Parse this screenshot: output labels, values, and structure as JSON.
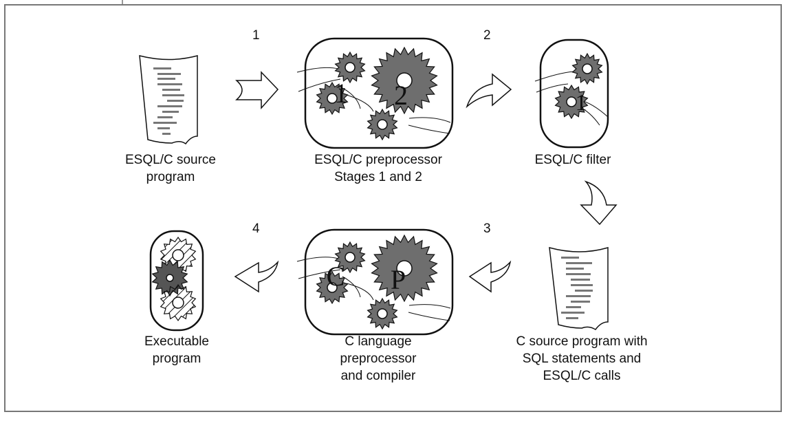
{
  "diagram": {
    "steps": [
      "1",
      "2",
      "3",
      "4"
    ],
    "nodes": {
      "esqlc_source": {
        "label_lines": [
          "ESQL/C source",
          "program"
        ]
      },
      "preprocessor": {
        "label_lines": [
          "ESQL/C preprocessor",
          "Stages 1 and 2"
        ],
        "gear_labels": [
          "1",
          "2"
        ]
      },
      "filter": {
        "label_lines": [
          "ESQL/C filter"
        ],
        "gear_labels": [
          "1"
        ]
      },
      "c_source": {
        "label_lines": [
          "C source program with",
          "SQL statements and",
          "ESQL/C calls"
        ]
      },
      "compiler": {
        "label_lines": [
          "C language",
          "preprocessor",
          "and compiler"
        ],
        "gear_labels": [
          "C",
          "P"
        ]
      },
      "executable": {
        "label_lines": [
          "Executable",
          "program"
        ]
      }
    },
    "colors": {
      "gear": "#6e6e6e",
      "frame": "#777777",
      "stroke": "#111111"
    }
  }
}
